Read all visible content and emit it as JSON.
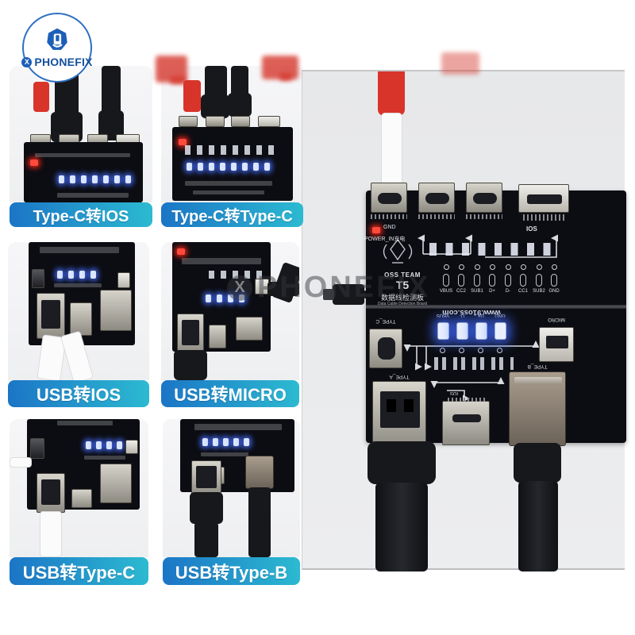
{
  "logo": {
    "brand": "PHONEFIX",
    "x_badge": "X"
  },
  "watermark": {
    "text": "PHONEFIX",
    "x_badge": "X"
  },
  "thumbnails": [
    {
      "label": "Type-C转IOS"
    },
    {
      "label": "Type-C转Type-C"
    },
    {
      "label": "USB转IOS"
    },
    {
      "label": "USB转MICRO"
    },
    {
      "label": "USB转Type-C"
    },
    {
      "label": "USB转Type-B"
    }
  ],
  "board": {
    "team_name": "OSS TEAM",
    "model": "T5",
    "title_cn": "数据线检测板",
    "title_en": "Data Cable Detection Board",
    "website": "www.91oss.com",
    "power_in_label": "POWER_IN充电",
    "gnd_label": "GND",
    "test_points": [
      "VBUS",
      "CC2",
      "SUB1",
      "D+",
      "D-",
      "CC1",
      "SUB2",
      "GND"
    ],
    "led_labels": [
      "VBUS",
      "D-",
      "D+",
      "GND"
    ],
    "ports": {
      "type_c": "TYPE_C",
      "type_a": "TYPE_A",
      "micro": "MICRO",
      "type_b": "TYPE_B",
      "ios": "IOS"
    }
  },
  "colors": {
    "banner_blue": "#1b74c6",
    "banner_teal": "#2cbbd1",
    "logo_blue": "#1d5fb8",
    "led_blue": "#4a6bff",
    "led_red": "#ff3b30",
    "cable_red": "#d8342a",
    "pcb_black": "#0c0d12"
  }
}
